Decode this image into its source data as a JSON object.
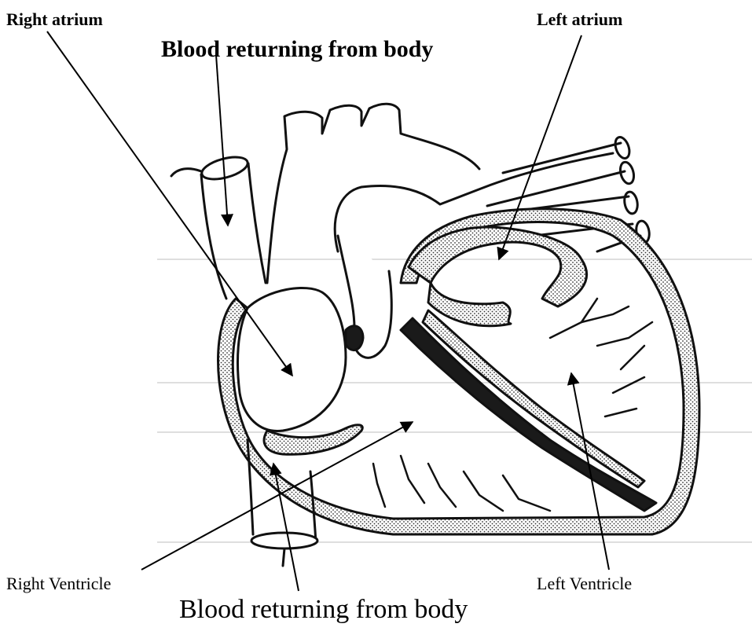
{
  "labels": {
    "right_atrium": "Right atrium",
    "left_atrium": "Left atrium",
    "blood_returning_top": "Blood returning from body",
    "right_ventricle": "Right   Ventricle",
    "left_ventricle": "Left Ventricle",
    "blood_returning_bottom": "Blood returning from body"
  }
}
